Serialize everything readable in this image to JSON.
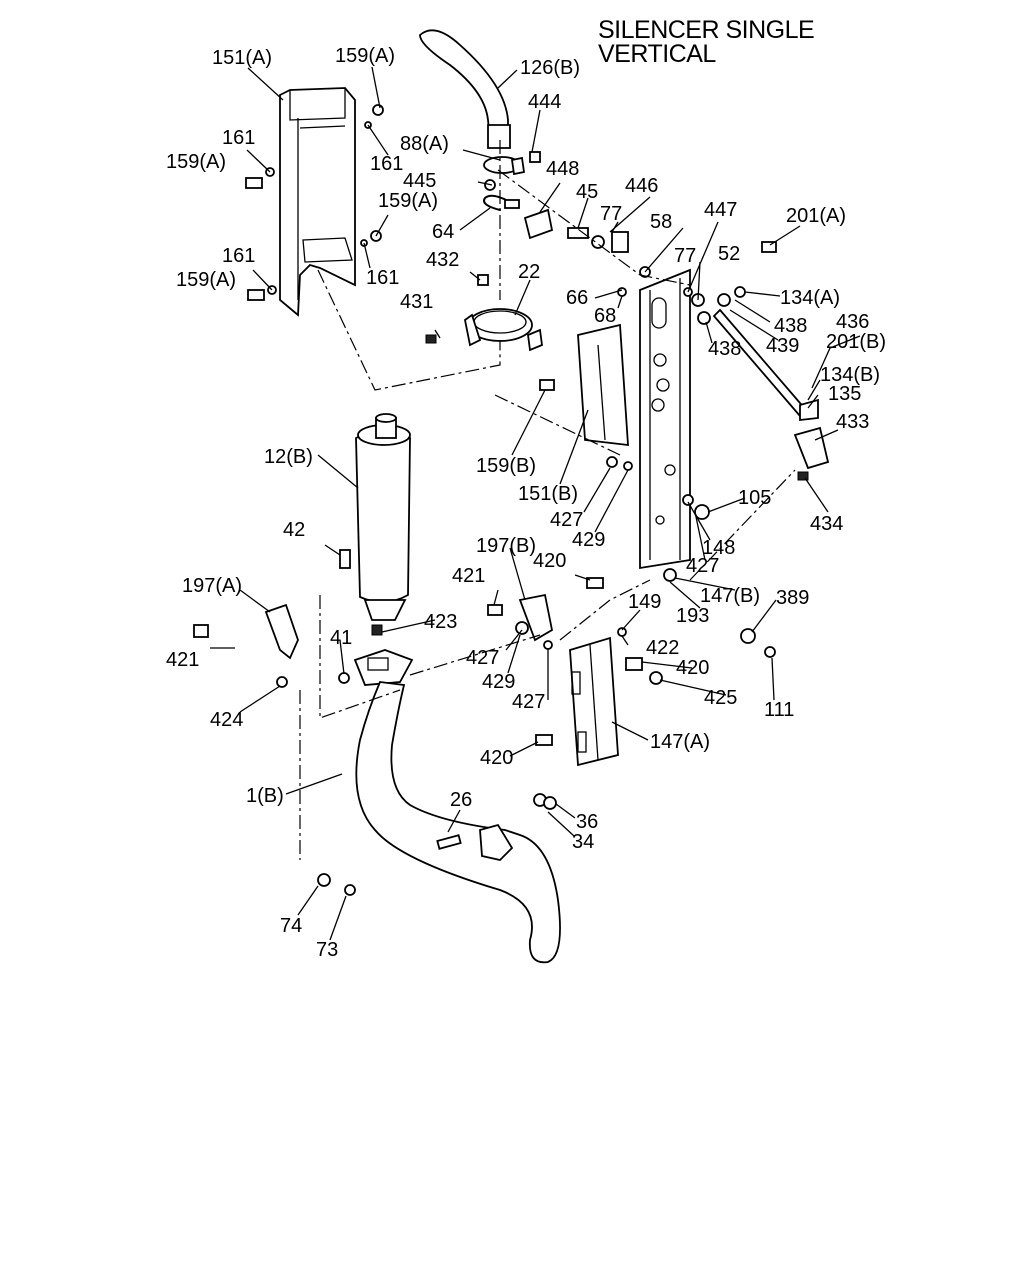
{
  "title": {
    "line1": "SILENCER SINGLE",
    "line2": "VERTICAL"
  },
  "callouts": [
    {
      "id": "c1",
      "text": "151(A)"
    },
    {
      "id": "c2",
      "text": "159(A)"
    },
    {
      "id": "c3",
      "text": "126(B)"
    },
    {
      "id": "c4",
      "text": "444"
    },
    {
      "id": "c5",
      "text": "161"
    },
    {
      "id": "c6",
      "text": "159(A)"
    },
    {
      "id": "c7",
      "text": "161"
    },
    {
      "id": "c8",
      "text": "88(A)"
    },
    {
      "id": "c9",
      "text": "445"
    },
    {
      "id": "c10",
      "text": "448"
    },
    {
      "id": "c11",
      "text": "45"
    },
    {
      "id": "c12",
      "text": "446"
    },
    {
      "id": "c13",
      "text": "159(A)"
    },
    {
      "id": "c14",
      "text": "64"
    },
    {
      "id": "c15",
      "text": "77"
    },
    {
      "id": "c16",
      "text": "58"
    },
    {
      "id": "c17",
      "text": "447"
    },
    {
      "id": "c18",
      "text": "201(A)"
    },
    {
      "id": "c19",
      "text": "161"
    },
    {
      "id": "c20",
      "text": "161"
    },
    {
      "id": "c21",
      "text": "432"
    },
    {
      "id": "c22",
      "text": "22"
    },
    {
      "id": "c23",
      "text": "77"
    },
    {
      "id": "c24",
      "text": "52"
    },
    {
      "id": "c25",
      "text": "159(A)"
    },
    {
      "id": "c26",
      "text": "66"
    },
    {
      "id": "c27",
      "text": "134(A)"
    },
    {
      "id": "c28",
      "text": "431"
    },
    {
      "id": "c29",
      "text": "68"
    },
    {
      "id": "c30",
      "text": "438"
    },
    {
      "id": "c31",
      "text": "436"
    },
    {
      "id": "c32",
      "text": "201(B)"
    },
    {
      "id": "c33",
      "text": "438"
    },
    {
      "id": "c34",
      "text": "439"
    },
    {
      "id": "c35",
      "text": "134(B)"
    },
    {
      "id": "c36",
      "text": "135"
    },
    {
      "id": "c37",
      "text": "433"
    },
    {
      "id": "c38",
      "text": "12(B)"
    },
    {
      "id": "c39",
      "text": "159(B)"
    },
    {
      "id": "c40",
      "text": "151(B)"
    },
    {
      "id": "c41",
      "text": "105"
    },
    {
      "id": "c42",
      "text": "427"
    },
    {
      "id": "c43",
      "text": "434"
    },
    {
      "id": "c44",
      "text": "42"
    },
    {
      "id": "c45",
      "text": "429"
    },
    {
      "id": "c46",
      "text": "148"
    },
    {
      "id": "c47",
      "text": "197(B)"
    },
    {
      "id": "c48",
      "text": "427"
    },
    {
      "id": "c49",
      "text": "420"
    },
    {
      "id": "c50",
      "text": "147(B)"
    },
    {
      "id": "c51",
      "text": "389"
    },
    {
      "id": "c52",
      "text": "421"
    },
    {
      "id": "c53",
      "text": "193"
    },
    {
      "id": "c54",
      "text": "197(A)"
    },
    {
      "id": "c55",
      "text": "149"
    },
    {
      "id": "c56",
      "text": "423"
    },
    {
      "id": "c57",
      "text": "422"
    },
    {
      "id": "c58",
      "text": "41"
    },
    {
      "id": "c59",
      "text": "427"
    },
    {
      "id": "c60",
      "text": "420"
    },
    {
      "id": "c61",
      "text": "421"
    },
    {
      "id": "c62",
      "text": "429"
    },
    {
      "id": "c63",
      "text": "425"
    },
    {
      "id": "c64",
      "text": "111"
    },
    {
      "id": "c65",
      "text": "424"
    },
    {
      "id": "c66",
      "text": "427"
    },
    {
      "id": "c67",
      "text": "147(A)"
    },
    {
      "id": "c68",
      "text": "420"
    },
    {
      "id": "c69",
      "text": "1(B)"
    },
    {
      "id": "c70",
      "text": "26"
    },
    {
      "id": "c71",
      "text": "36"
    },
    {
      "id": "c72",
      "text": "34"
    },
    {
      "id": "c73",
      "text": "74"
    },
    {
      "id": "c74",
      "text": "73"
    }
  ]
}
